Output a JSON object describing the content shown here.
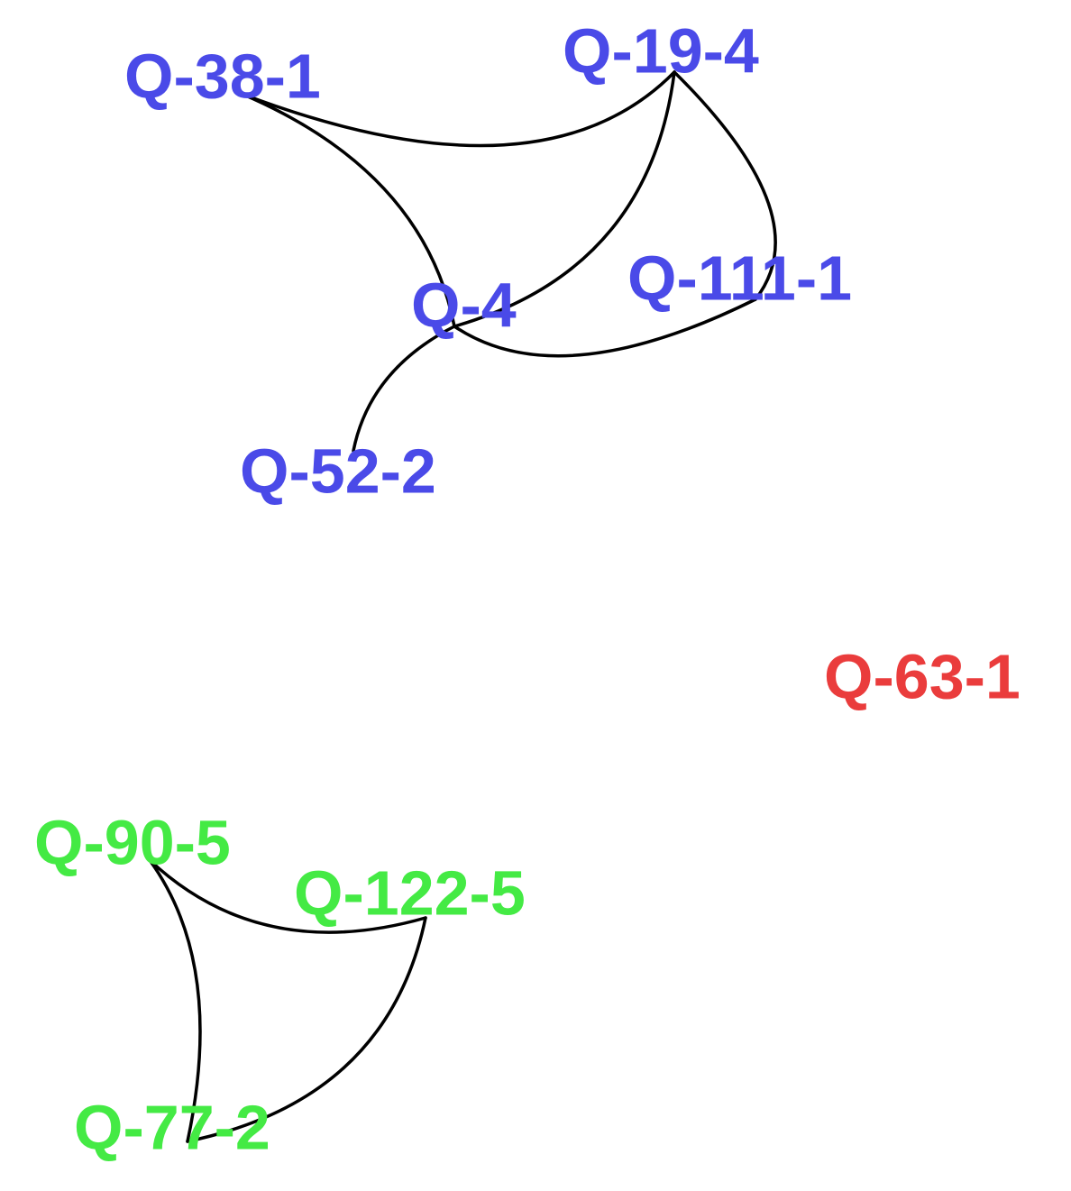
{
  "colors": {
    "cluster_blue": "#4a4ae8",
    "cluster_green": "#44ea44",
    "isolated_red": "#ea3c3c",
    "edge": "#000000"
  },
  "nodes": [
    {
      "id": "Q-38-1",
      "label": "Q-38-1",
      "group": "blue"
    },
    {
      "id": "Q-19-4",
      "label": "Q-19-4",
      "group": "blue"
    },
    {
      "id": "Q-111-1",
      "label": "Q-111-1",
      "group": "blue"
    },
    {
      "id": "Q-4",
      "label": "Q-4",
      "group": "blue"
    },
    {
      "id": "Q-52-2",
      "label": "Q-52-2",
      "group": "blue"
    },
    {
      "id": "Q-63-1",
      "label": "Q-63-1",
      "group": "red"
    },
    {
      "id": "Q-90-5",
      "label": "Q-90-5",
      "group": "green"
    },
    {
      "id": "Q-122-5",
      "label": "Q-122-5",
      "group": "green"
    },
    {
      "id": "Q-77-2",
      "label": "Q-77-2",
      "group": "green"
    }
  ],
  "edges": [
    {
      "source": "Q-38-1",
      "target": "Q-19-4"
    },
    {
      "source": "Q-38-1",
      "target": "Q-4"
    },
    {
      "source": "Q-19-4",
      "target": "Q-4"
    },
    {
      "source": "Q-19-4",
      "target": "Q-111-1"
    },
    {
      "source": "Q-4",
      "target": "Q-111-1"
    },
    {
      "source": "Q-4",
      "target": "Q-52-2"
    },
    {
      "source": "Q-90-5",
      "target": "Q-122-5"
    },
    {
      "source": "Q-90-5",
      "target": "Q-77-2"
    },
    {
      "source": "Q-122-5",
      "target": "Q-77-2"
    }
  ]
}
